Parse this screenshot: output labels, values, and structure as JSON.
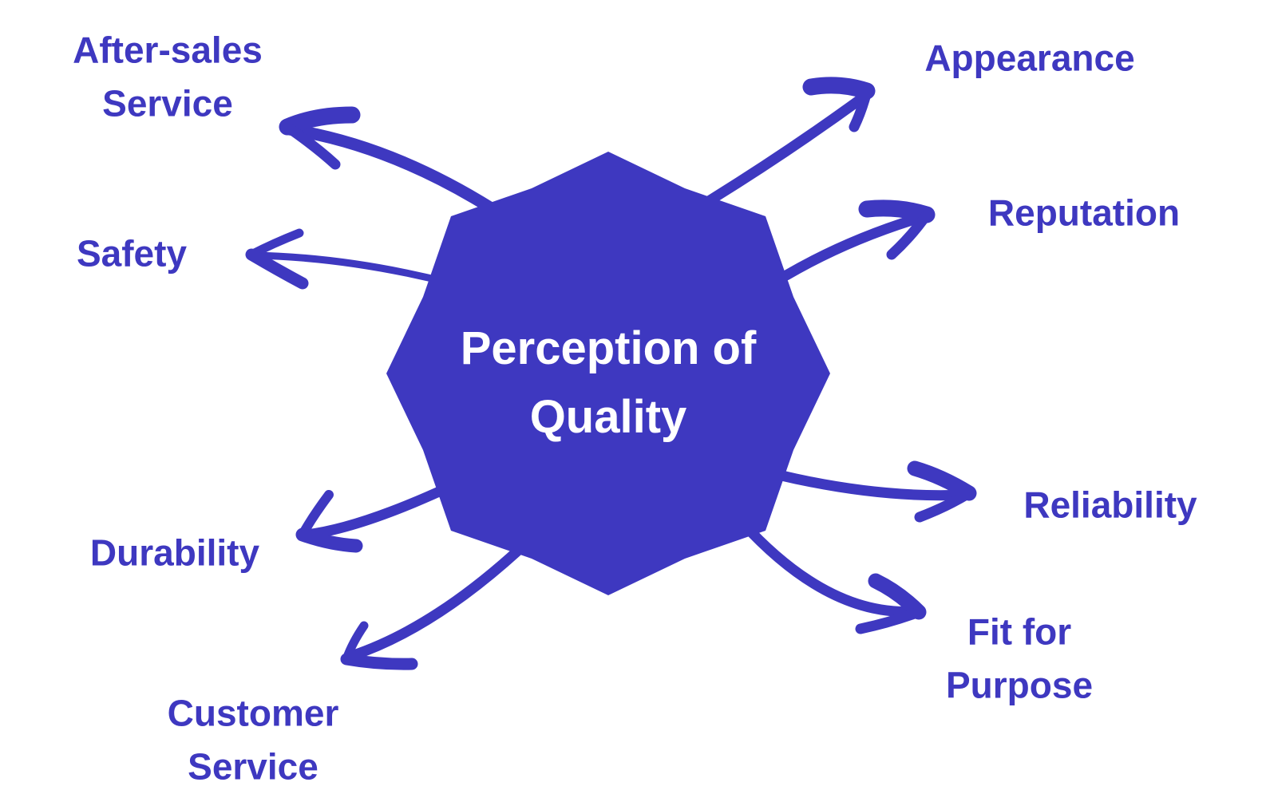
{
  "diagram": {
    "title": "Perception of Quality mind map",
    "background_color": "#ffffff",
    "accent_color": "#3e38c0",
    "center_text_color": "#ffffff",
    "center": {
      "label": "Perception of\nQuality",
      "shape": "8-point-star"
    },
    "factors": [
      {
        "id": "after-sales-service",
        "label": "After-sales\nService",
        "position": "top-left"
      },
      {
        "id": "safety",
        "label": "Safety",
        "position": "left"
      },
      {
        "id": "durability",
        "label": "Durability",
        "position": "bottom-left"
      },
      {
        "id": "customer-service",
        "label": "Customer\nService",
        "position": "bottom-left-lower"
      },
      {
        "id": "appearance",
        "label": "Appearance",
        "position": "top-right"
      },
      {
        "id": "reputation",
        "label": "Reputation",
        "position": "right-upper"
      },
      {
        "id": "reliability",
        "label": "Reliability",
        "position": "right"
      },
      {
        "id": "fit-for-purpose",
        "label": "Fit for\nPurpose",
        "position": "bottom-right"
      }
    ]
  }
}
